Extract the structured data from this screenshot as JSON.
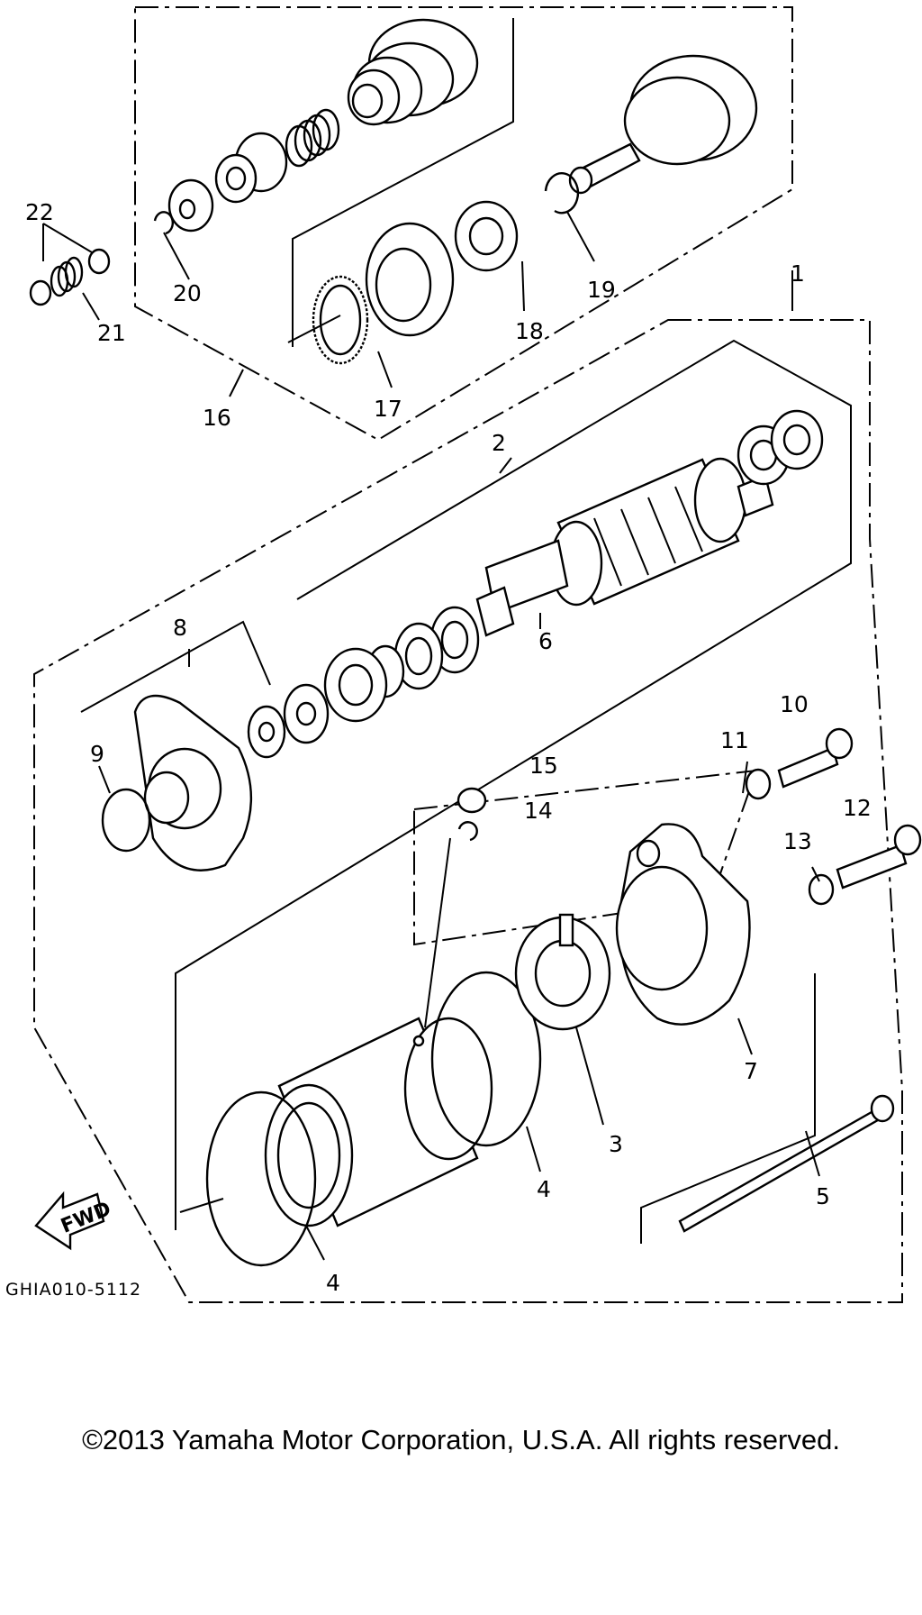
{
  "diagram": {
    "callouts": {
      "c1": "1",
      "c2": "2",
      "c3": "3",
      "c4a": "4",
      "c4b": "4",
      "c5": "5",
      "c6": "6",
      "c7": "7",
      "c8": "8",
      "c9": "9",
      "c10": "10",
      "c11": "11",
      "c12": "12",
      "c13": "13",
      "c14": "14",
      "c15": "15",
      "c16": "16",
      "c17": "17",
      "c18": "18",
      "c19": "19",
      "c20": "20",
      "c21": "21",
      "c22": "22"
    },
    "fwd_label": "FWD",
    "drawing_code": "GHIA010-5112"
  },
  "footer": {
    "copyright": "©2013 Yamaha Motor Corporation, U.S.A. All rights reserved."
  }
}
